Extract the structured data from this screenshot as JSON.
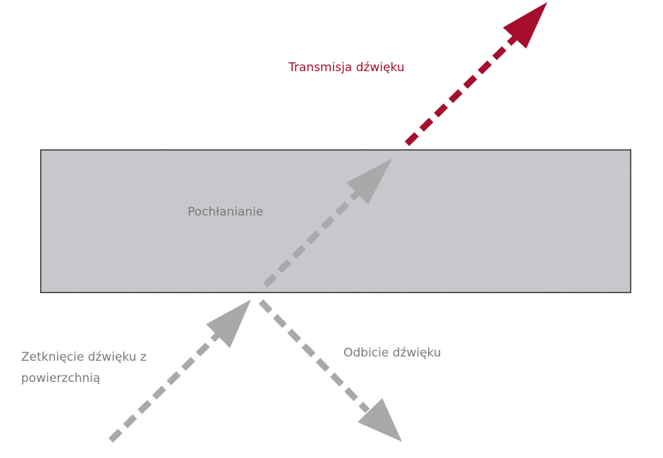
{
  "labels": {
    "transmission": "Transmisja dźwięku",
    "absorption": "Pochłanianie",
    "reflection": "Odbicie dźwięku",
    "incident_line1": "Zetknięcie dźwięku z",
    "incident_line2": "powierzchnią"
  },
  "colors": {
    "transmission": "#a50f2d",
    "arrow_gray": "#a8a9ab",
    "label_gray": "#7a7a7a",
    "surface_fill": "#c8c9cc",
    "surface_border": "#000000",
    "background": "#ffffff"
  }
}
